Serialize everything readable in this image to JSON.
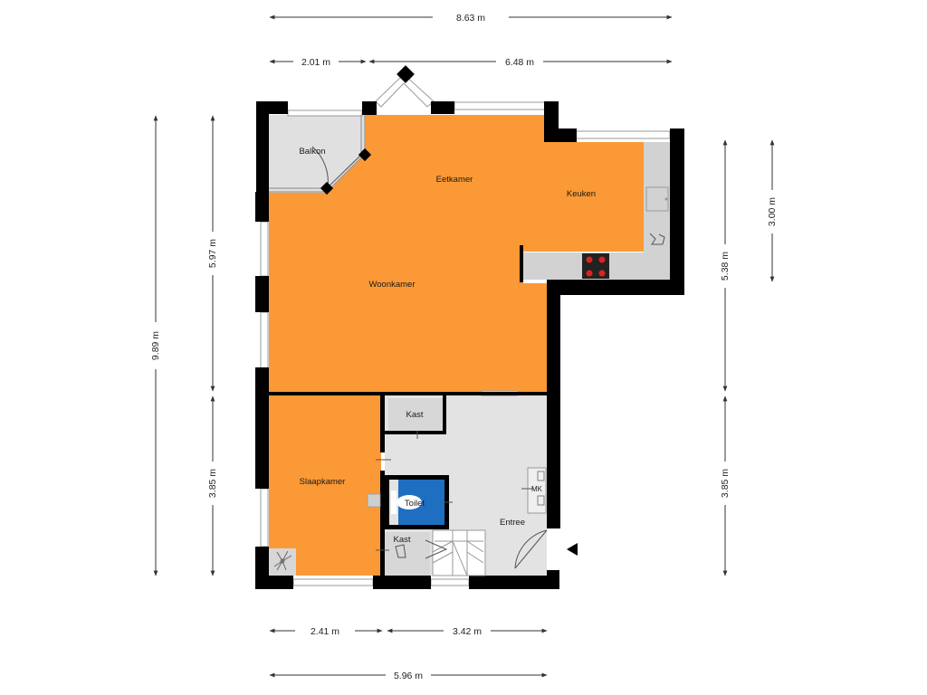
{
  "rooms": {
    "balkon": "Balkon",
    "eetkamer": "Eetkamer",
    "keuken": "Keuken",
    "woonkamer": "Woonkamer",
    "kast_top": "Kast",
    "slaapkamer": "Slaapkamer",
    "toilet": "Toilet",
    "entree": "Entree",
    "kast_bottom": "Kast",
    "mk": "MK"
  },
  "dimensions": {
    "top_total": "8.63 m",
    "top_left": "2.01 m",
    "top_right": "6.48 m",
    "left_total": "9.89 m",
    "left_upper": "5.97 m",
    "left_lower": "3.85 m",
    "right_upper": "5.38 m",
    "right_lower": "3.85 m",
    "right_kitchen": "3.00 m",
    "bottom_left": "2.41 m",
    "bottom_right": "3.42 m",
    "bottom_total": "5.96 m"
  },
  "colors": {
    "living": "#fa9936",
    "toilet": "#1e6fc1",
    "floor_grey": "#e3e3e3",
    "wall": "#000000",
    "dim_line": "#333333"
  }
}
